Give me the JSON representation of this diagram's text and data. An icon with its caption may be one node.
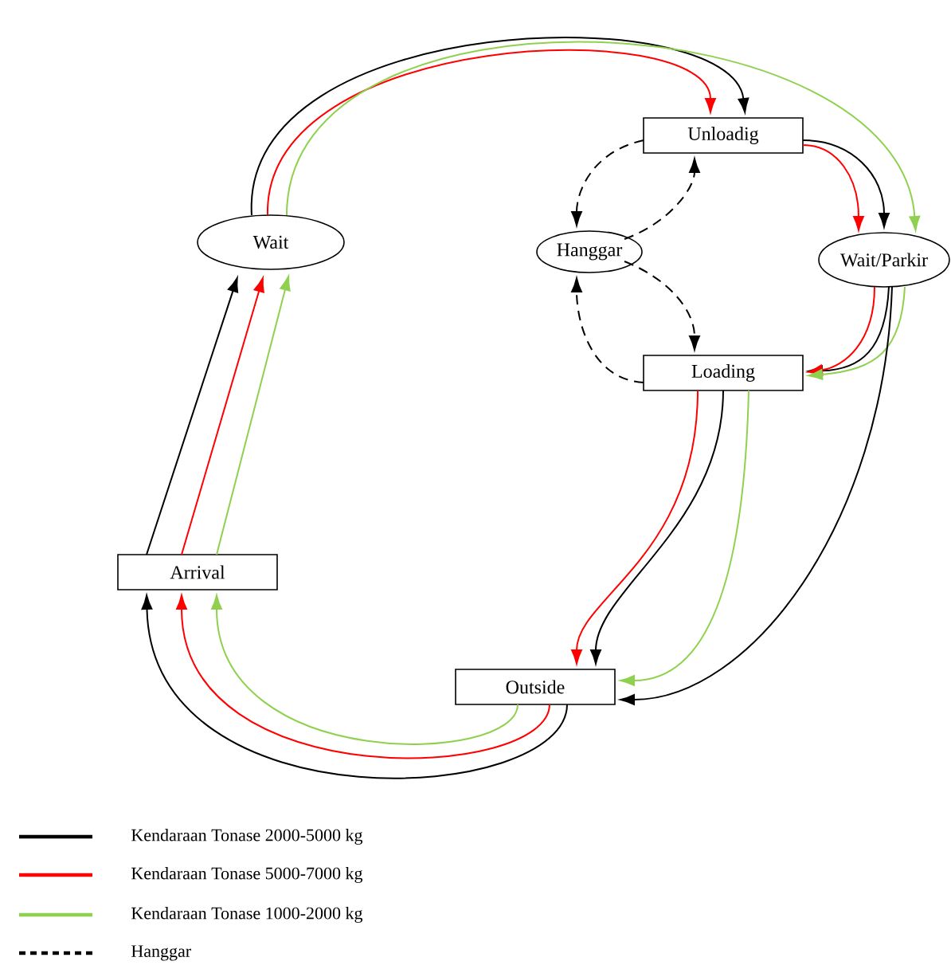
{
  "diagram": {
    "nodes": [
      {
        "text": [
          "Wait"
        ]
      },
      {
        "text": [
          "Unloadig"
        ]
      },
      {
        "text": [
          "Hanggar"
        ]
      },
      {
        "text": [
          "Wait/Parkir"
        ]
      },
      {
        "text": [
          "Loading"
        ]
      },
      {
        "text": [
          "Arrival"
        ]
      },
      {
        "text": [
          "Outside"
        ]
      }
    ],
    "edges": [
      {
        "from": 5,
        "to": 0,
        "arrow": "to"
      },
      {
        "from": 5,
        "to": 0,
        "arrow": "to",
        "color": "#ff0000"
      },
      {
        "from": 5,
        "to": 0,
        "arrow": "to",
        "color": "#8fd14f"
      },
      {
        "from": 0,
        "to": 1,
        "arrow": "to"
      },
      {
        "from": 0,
        "to": 1,
        "arrow": "to",
        "color": "#ff0000"
      },
      {
        "from": 0,
        "to": 3,
        "arrow": "to",
        "color": "#8fd14f"
      },
      {
        "from": 1,
        "to": 3,
        "arrow": "to"
      },
      {
        "from": 1,
        "to": 3,
        "arrow": "to",
        "color": "#ff0000"
      },
      {
        "from": 3,
        "to": 4,
        "arrow": "to"
      },
      {
        "from": 3,
        "to": 4,
        "arrow": "to",
        "color": "#ff0000"
      },
      {
        "from": 3,
        "to": 4,
        "arrow": "to",
        "color": "#8fd14f"
      },
      {
        "from": 3,
        "to": 6,
        "arrow": "to"
      },
      {
        "from": 4,
        "to": 6,
        "arrow": "to"
      },
      {
        "from": 4,
        "to": 6,
        "arrow": "to",
        "color": "#ff0000"
      },
      {
        "from": 4,
        "to": 6,
        "arrow": "to",
        "color": "#8fd14f"
      },
      {
        "from": 6,
        "to": 5,
        "arrow": "to"
      },
      {
        "from": 6,
        "to": 5,
        "arrow": "to",
        "color": "#ff0000"
      },
      {
        "from": 6,
        "to": 5,
        "arrow": "to",
        "color": "#8fd14f"
      },
      {
        "from": 1,
        "to": 2,
        "arrow": "to",
        "style": "dashed"
      },
      {
        "from": 2,
        "to": 1,
        "arrow": "to",
        "style": "dashed"
      },
      {
        "from": 2,
        "to": 4,
        "arrow": "to",
        "style": "dashed"
      },
      {
        "from": 4,
        "to": 2,
        "arrow": "to",
        "style": "dashed"
      }
    ],
    "legend": [
      {
        "text": "Kendaraan Tonase 2000-5000 kg"
      },
      {
        "text": "Kendaraan Tonase 5000-7000 kg"
      },
      {
        "text": "Kendaraan Tonase 1000-2000 kg"
      },
      {
        "text": "Hanggar"
      }
    ]
  }
}
